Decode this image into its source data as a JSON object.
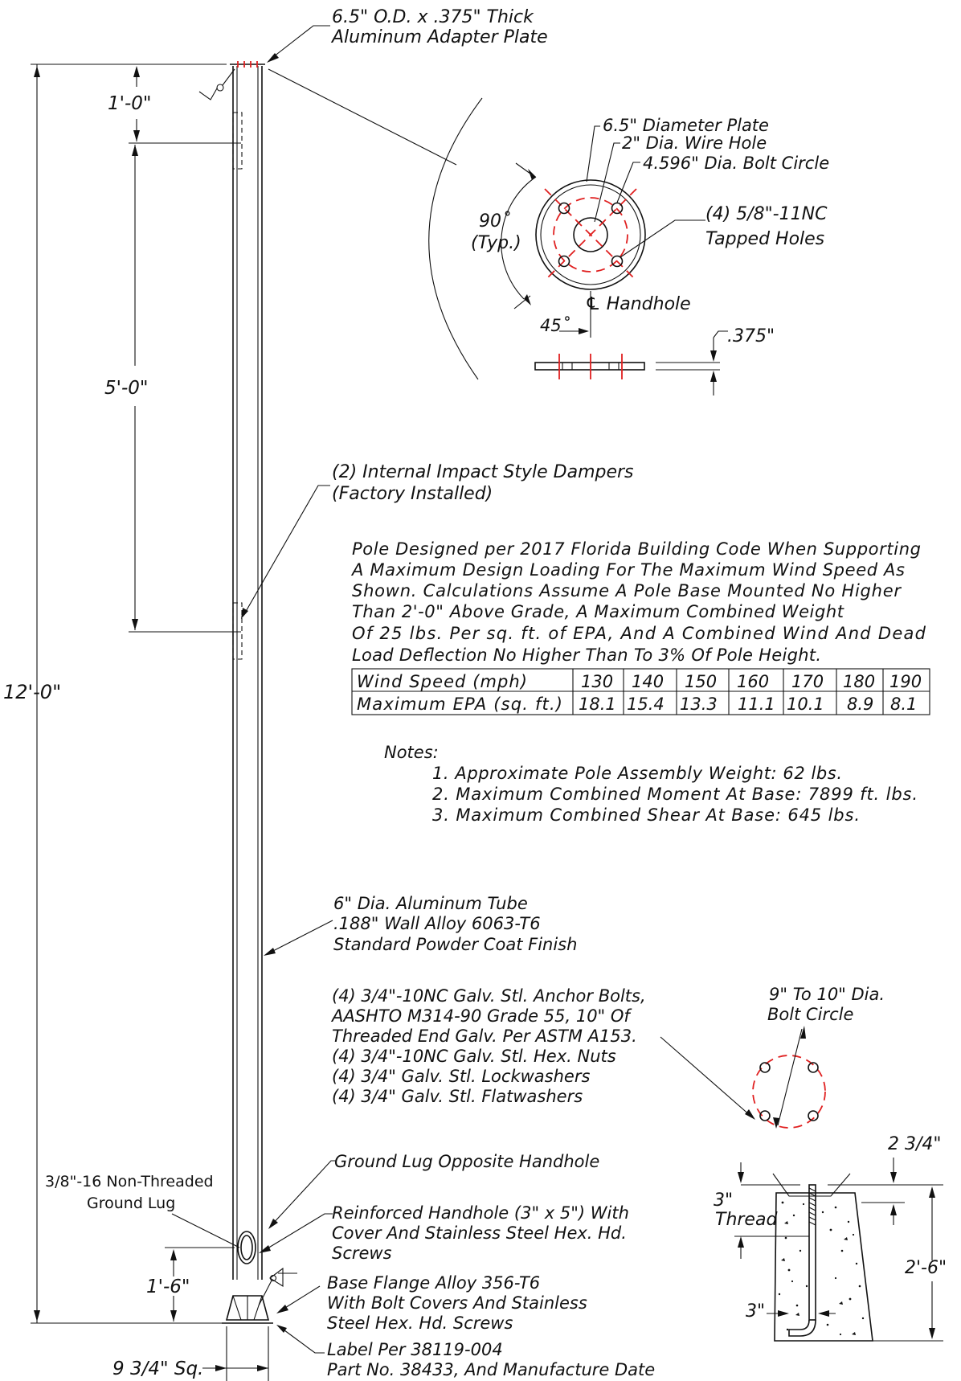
{
  "top_plate_label": [
    "6.5\" O.D.  x .375\" Thick",
    "Aluminum Adapter Plate"
  ],
  "dimensions": {
    "top_offset": "1'-0\"",
    "damper_spacing": "5'-0\"",
    "overall_height": "12'-0\"",
    "handhole_height": "1'-6\"",
    "base_square": "9 3/4\" Sq."
  },
  "plate_detail": {
    "diameter_plate": "6.5\" Diameter Plate",
    "wire_hole": "2\" Dia. Wire Hole",
    "bolt_circle": "4.596\" Dia. Bolt Circle",
    "angle": "90˚",
    "angle_typ": "(Typ.)",
    "tapped_holes_1": "(4) 5/8\"-11NC",
    "tapped_holes_2": "Tapped Holes",
    "centerline_handhole": "℄ Handhole",
    "angle_45": "45˚",
    "thickness": ".375\""
  },
  "dampers_label": [
    "(2) Internal Impact Style Dampers",
    "(Factory Installed)"
  ],
  "design_paragraph": [
    "Pole Designed per 2017 Florida Building Code When Supporting",
    "A Maximum Design Loading For The Maximum Wind Speed As",
    "Shown. Calculations Assume A Pole Base Mounted No Higher",
    "Than 2'-0\" Above Grade, A Maximum Combined Weight",
    "Of 25 lbs. Per sq. ft. of EPA, And A Combined Wind And Dead",
    "Load Deflection No Higher Than To 3% Of Pole Height."
  ],
  "epa_table": {
    "rows": [
      {
        "header": "Wind Speed (mph)",
        "values": [
          "130",
          "140",
          "150",
          "160",
          "170",
          "180",
          "190"
        ]
      },
      {
        "header": "Maximum EPA (sq. ft.)",
        "values": [
          "18.1",
          "15.4",
          "13.3",
          "11.1",
          "10.1",
          "8.9",
          "8.1"
        ]
      }
    ]
  },
  "notes": {
    "title": "Notes:",
    "items": [
      "1. Approximate Pole Assembly Weight: 62 lbs.",
      "2. Maximum Combined Moment At Base: 7899 ft. lbs.",
      "3. Maximum Combined Shear At Base: 645 lbs."
    ]
  },
  "tube_label": [
    "6\" Dia. Aluminum Tube",
    ".188\" Wall Alloy 6063-T6",
    "Standard Powder Coat Finish"
  ],
  "anchor_bolts_label": [
    "(4) 3/4\"-10NC Galv. Stl. Anchor Bolts,",
    "AASHTO M314-90 Grade 55, 10\" Of",
    "Threaded End Galv. Per ASTM A153.",
    "(4) 3/4\"-10NC Galv. Stl. Hex. Nuts",
    "(4) 3/4\" Galv. Stl. Lockwashers",
    "(4) 3/4\" Galv. Stl. Flatwashers"
  ],
  "bolt_circle_label": [
    "9\" To 10\" Dia.",
    "Bolt Circle"
  ],
  "ground_lug_opposite": "Ground Lug Opposite Handhole",
  "ground_lug_label": [
    "3/8\"-16 Non-Threaded",
    "Ground Lug"
  ],
  "handhole_label": [
    "Reinforced Handhole (3\" x 5\") With",
    "Cover And Stainless Steel Hex. Hd.",
    "Screws"
  ],
  "base_flange_label": [
    "Base Flange Alloy 356-T6",
    "With Bolt Covers And Stainless",
    "Steel Hex. Hd. Screws"
  ],
  "label_per": [
    "Label Per 38119-004",
    "Part No. 38433, And Manufacture Date"
  ],
  "foundation": {
    "projection": "2 3/4\"",
    "thread": "3\"",
    "thread_word": "Thread",
    "depth": "2'-6\"",
    "hook": "3\""
  }
}
